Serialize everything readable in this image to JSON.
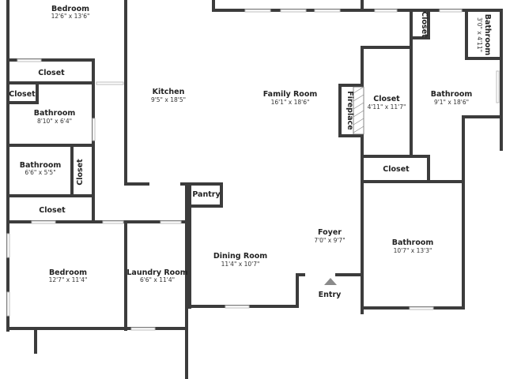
{
  "floorplan": {
    "rooms": {
      "bedroom_top": {
        "name": "Bedroom",
        "dim": "12'6\" x 13'6\""
      },
      "closet_a": {
        "name": "Closet"
      },
      "closet_b": {
        "name": "Closet"
      },
      "bathroom_a": {
        "name": "Bathroom",
        "dim": "8'10\" x 6'4\""
      },
      "bathroom_b": {
        "name": "Bathroom",
        "dim": "6'6\" x 5'5\""
      },
      "closet_c": {
        "name": "Closet"
      },
      "closet_d": {
        "name": "Closet"
      },
      "bedroom_bottom": {
        "name": "Bedroom",
        "dim": "12'7\" x 11'4\""
      },
      "laundry": {
        "name": "Laundry Room",
        "dim": "6'6\" x 11'4\""
      },
      "kitchen": {
        "name": "Kitchen",
        "dim": "9'5\" x 18'5\""
      },
      "pantry": {
        "name": "Pantry"
      },
      "family": {
        "name": "Family Room",
        "dim": "16'1\" x 18'6\""
      },
      "fireplace": {
        "name": "Fireplace"
      },
      "dining": {
        "name": "Dining Room",
        "dim": "11'4\" x 10'7\""
      },
      "foyer": {
        "name": "Foyer",
        "dim": "7'0\" x 9'7\""
      },
      "entry": {
        "name": "Entry"
      },
      "closet_mid": {
        "name": "Closet",
        "dim": "4'11\" x 11'7\""
      },
      "closet_lower": {
        "name": "Closet"
      },
      "closet_small": {
        "name": "Closet"
      },
      "bathroom_master": {
        "name": "Bathroom",
        "dim": "9'1\" x 18'6\""
      },
      "bathroom_tiny": {
        "name": "Bathroom",
        "dim": "3'0\" x 4'11\""
      },
      "bathroom_right": {
        "name": "Bathroom",
        "dim": "10'7\" x 13'3\""
      }
    }
  }
}
